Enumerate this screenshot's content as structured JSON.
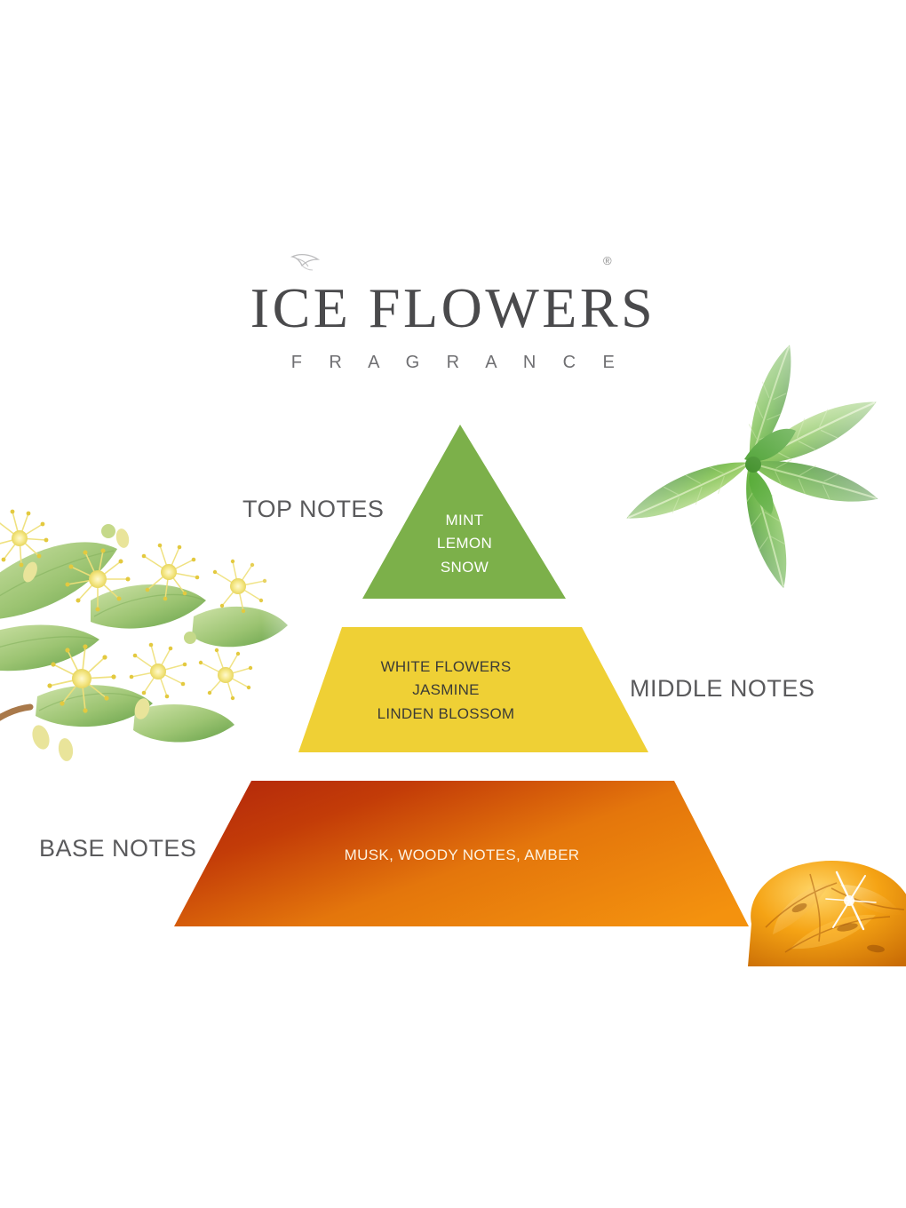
{
  "brand": {
    "title": "ICE FLOWERS",
    "subtitle": "F R A G R A N C E",
    "registered_symbol": "®",
    "mark_icon": "bird-logo-icon"
  },
  "pyramid": {
    "tiers": [
      {
        "id": "top",
        "label": "TOP NOTES",
        "notes": "MINT\nLEMON\nSNOW",
        "color": "#7CB04A",
        "text_color": "#FFFFFF",
        "shape": "triangle"
      },
      {
        "id": "middle",
        "label": "MIDDLE NOTES",
        "notes": "WHITE FLOWERS\nJASMINE\nLINDEN BLOSSOM",
        "color": "#EFD035",
        "text_color": "#3B3B36",
        "shape": "trapezoid"
      },
      {
        "id": "base",
        "label": "BASE NOTES",
        "notes": "MUSK, WOODY NOTES, AMBER",
        "color": "#E8720C",
        "color_gradient_start": "#B52A0B",
        "color_gradient_end": "#F4920E",
        "text_color": "#FDF3E2",
        "shape": "trapezoid"
      }
    ]
  },
  "imagery": [
    {
      "id": "mint",
      "name": "mint-leaves-photo"
    },
    {
      "id": "linden",
      "name": "linden-blossom-photo"
    },
    {
      "id": "amber",
      "name": "amber-stone-photo"
    }
  ],
  "colors": {
    "background": "#FFFFFF",
    "title_text": "#4A4A4C",
    "label_text": "#5A5A5C"
  }
}
